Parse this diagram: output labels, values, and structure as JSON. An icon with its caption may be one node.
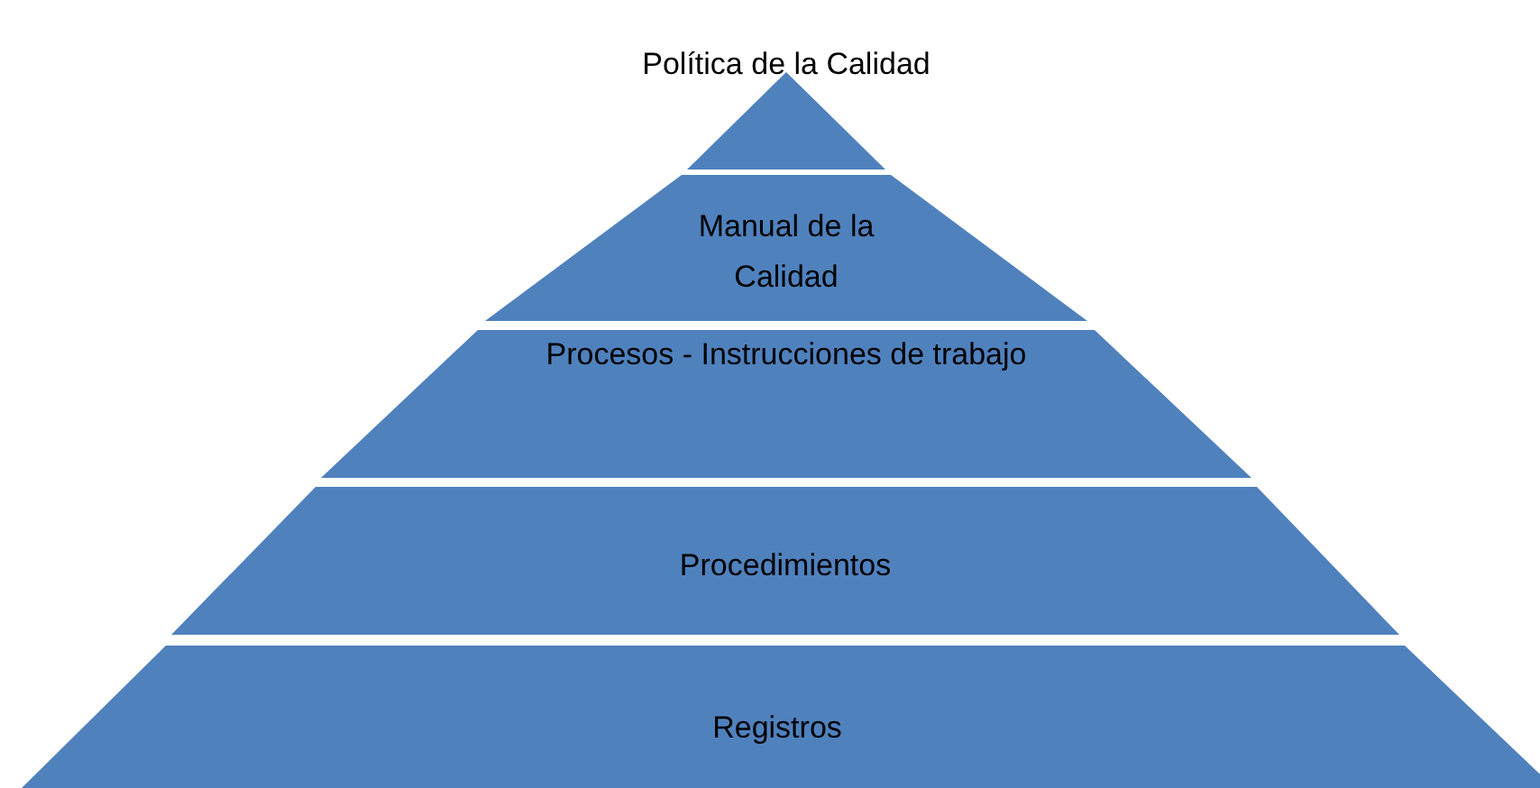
{
  "diagram": {
    "nodes": [
      {
        "text": [
          "Política de la Calidad"
        ]
      },
      {
        "text": [
          "Manual de la Calidad"
        ]
      },
      {
        "text": [
          "Procesos - Instrucciones de trabajo"
        ]
      },
      {
        "text": [
          "Procedimientos"
        ]
      },
      {
        "text": [
          "Registros"
        ]
      }
    ]
  }
}
